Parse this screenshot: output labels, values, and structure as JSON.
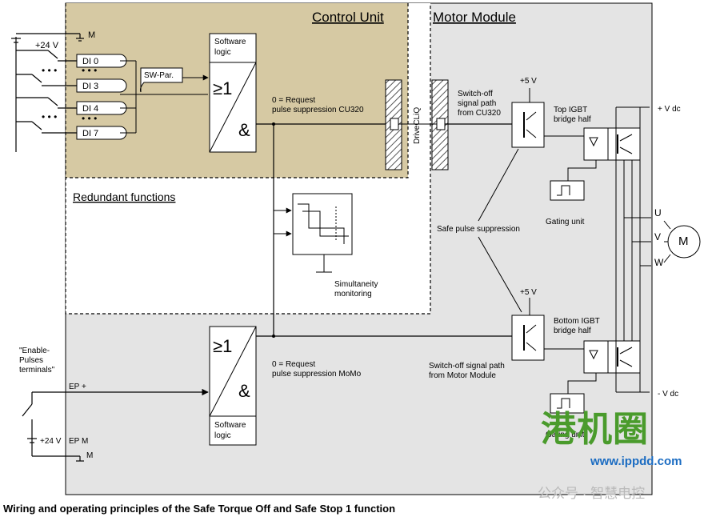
{
  "headers": {
    "control_unit": "Control Unit",
    "motor_module": "Motor Module",
    "redundant_functions": "Redundant functions"
  },
  "inputs": {
    "supply_top": "+24 V",
    "ground_top": "M",
    "di": [
      "DI 0",
      "DI 3",
      "DI 4",
      "DI 7"
    ],
    "enable_pulses": [
      "\"Enable-",
      "Pulses",
      "terminals\""
    ],
    "ep_plus": "EP +",
    "supply_bottom": "+24 V",
    "ep_m": "EP M",
    "ground_bottom": "M"
  },
  "logic": {
    "sw_par": "SW-Par.",
    "software_logic_top": [
      "Software",
      "logic"
    ],
    "software_logic_bottom": [
      "Software",
      "logic"
    ],
    "or_symbol": "≥1",
    "and_symbol": "&"
  },
  "signals": {
    "request_cu": [
      "0 = Request",
      "pulse suppression CU320"
    ],
    "request_momo": [
      "0 = Request",
      "pulse suppression MoMo"
    ],
    "drive_cliq": "DriveCLiQ",
    "switch_off_cu": [
      "Switch-off",
      "signal path",
      "from CU320"
    ],
    "switch_off_momo": [
      "Switch-off signal path",
      "from Motor Module"
    ],
    "safe_pulse": "Safe pulse suppression",
    "simultaneity": [
      "Simultaneity",
      "monitoring"
    ]
  },
  "power": {
    "plus5v_top": "+5 V",
    "plus5v_bottom": "+5 V",
    "top_igbt": [
      "Top IGBT",
      "bridge half"
    ],
    "bottom_igbt": [
      "Bottom IGBT",
      "bridge half"
    ],
    "gating_top": "Gating unit",
    "gating_bottom": "Gating unit",
    "vdc_plus": "+ V dc",
    "vdc_minus": "- V dc",
    "phases": [
      "U",
      "V",
      "W"
    ],
    "motor": "M"
  },
  "caption": "Wiring and operating principles of the Safe Torque Off and Safe Stop 1 function",
  "watermark": "公众号 · 智慧电控",
  "brand": {
    "name": "港机圈",
    "url": "www.ippdd.com"
  },
  "colors": {
    "control_unit_bg": "#d6c9a3",
    "motor_module_bg": "#e4e4e4",
    "brand_green": "#4a9b2c",
    "brand_blue": "#1b6cc2"
  }
}
